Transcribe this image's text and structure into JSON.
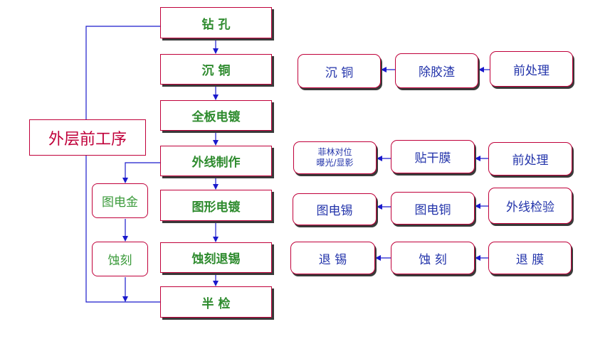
{
  "title": "外层前工序",
  "main_steps": [
    "钻 孔",
    "沉 铜",
    "全板电镀",
    "外线制作",
    "图形电镀",
    "蚀刻退锡",
    "半 检"
  ],
  "branch_steps": [
    "图电金",
    "蚀刻"
  ],
  "rows": [
    {
      "items": [
        "前处理",
        "除胶渣",
        "沉 铜"
      ]
    },
    {
      "items": [
        "前处理",
        "贴干膜",
        "菲林对位\n曝光/显影"
      ]
    },
    {
      "items": [
        "外线检验",
        "图电铜",
        "图电锡"
      ]
    },
    {
      "items": [
        "退 膜",
        "蚀 刻",
        "退 锡"
      ]
    }
  ],
  "colors": {
    "box_border": "#c0003a",
    "main_text": "#2e8b2e",
    "side_text": "#2233aa",
    "title_text": "#c0003a",
    "arrow": "#1a1acc"
  }
}
